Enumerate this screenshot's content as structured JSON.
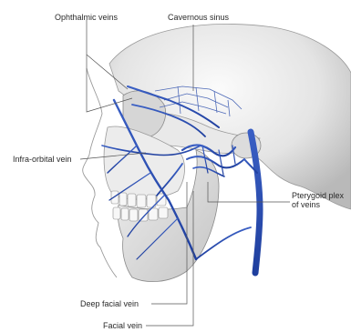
{
  "labels": {
    "ophthalmic": "Ophthalmic veins",
    "cavernous": "Cavernous sinus",
    "infraorbital": "Infra-orbital vein",
    "pterygoid_line1": "Pterygoid plex",
    "pterygoid_line2": "of veins",
    "deep_facial": "Deep facial vein",
    "facial": "Facial vein"
  },
  "colors": {
    "vein": "#1f3f9e",
    "vein_light": "#3a5fc4",
    "bone_light": "#f1f1f1",
    "bone_shade": "#c9c9c9",
    "outline": "#8a8a8a",
    "leader": "#555555",
    "text": "#2a2a2a"
  }
}
